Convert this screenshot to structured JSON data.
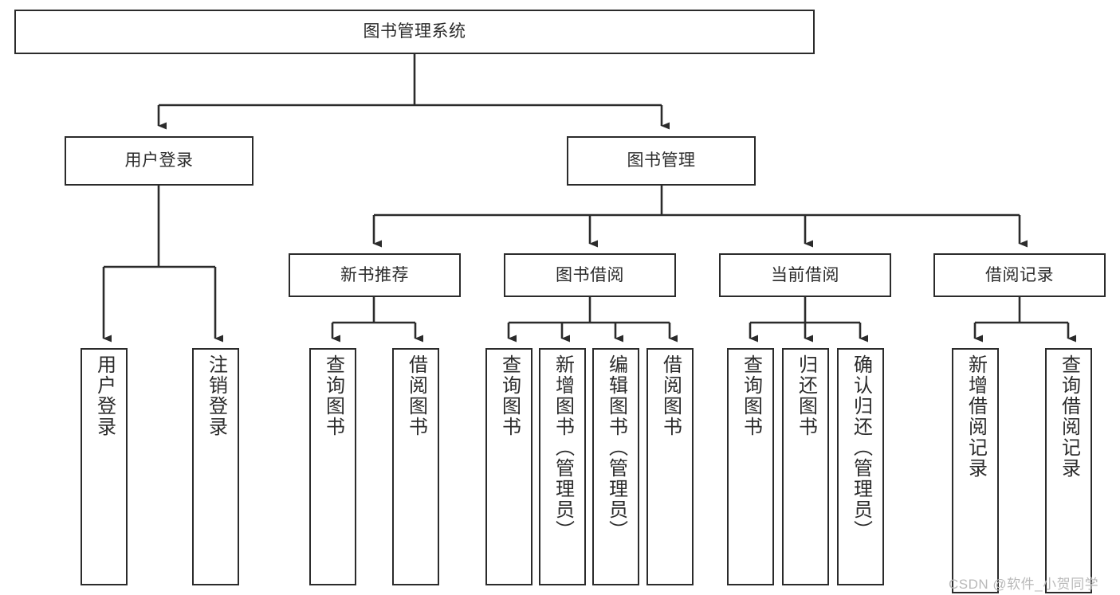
{
  "diagram": {
    "title": "图书管理系统",
    "type": "hierarchy-tree",
    "orientation": "top-down",
    "colors": {
      "stroke": "#2b2b2b",
      "fill": "#ffffff",
      "text": "#2b2b2b",
      "watermark": "#b9b9b9"
    },
    "root": {
      "label": "图书管理系统"
    },
    "level2": [
      {
        "label": "用户登录"
      },
      {
        "label": "图书管理"
      }
    ],
    "level3": [
      {
        "label": "新书推荐"
      },
      {
        "label": "图书借阅"
      },
      {
        "label": "当前借阅"
      },
      {
        "label": "借阅记录"
      }
    ],
    "leaves": {
      "user_login": [
        {
          "label": "用户登录"
        },
        {
          "label": "注销登录"
        }
      ],
      "new_book_recommend": [
        {
          "label": "查询图书"
        },
        {
          "label": "借阅图书"
        }
      ],
      "book_borrow": [
        {
          "label": "查询图书"
        },
        {
          "label": "新增图书（管理员）"
        },
        {
          "label": "编辑图书（管理员）"
        },
        {
          "label": "借阅图书"
        }
      ],
      "current_borrow": [
        {
          "label": "查询图书"
        },
        {
          "label": "归还图书"
        },
        {
          "label": "确认归还（管理员）"
        }
      ],
      "borrow_records": [
        {
          "label": "新增借阅记录"
        },
        {
          "label": "查询借阅记录"
        }
      ]
    },
    "watermark": "CSDN @软件_小贺同学"
  }
}
